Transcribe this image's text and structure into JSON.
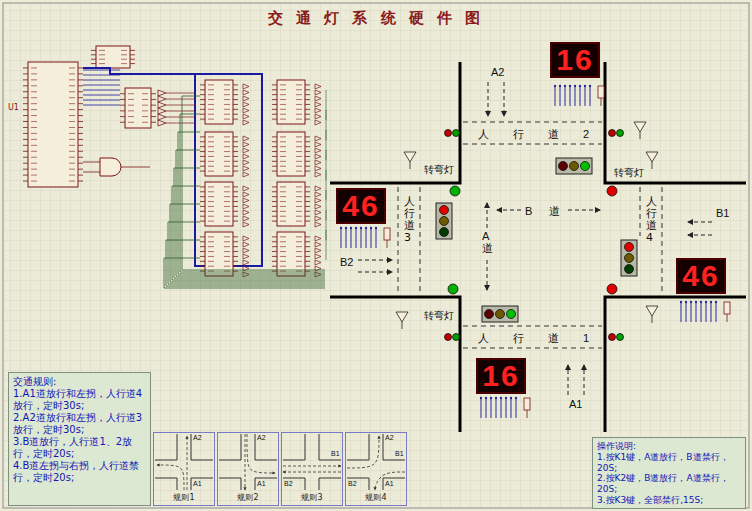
{
  "diagram": {
    "title": "交 通 灯 系 统 硬 件 图",
    "nodes": [
      {
        "text": [
          "16"
        ]
      },
      {
        "text": [
          "46"
        ]
      },
      {
        "text": [
          "46"
        ]
      },
      {
        "text": [
          "16"
        ]
      },
      {
        "text": [
          "交通规则:",
          "1.A1道放行和左拐，人行道4放行，定时30s;",
          "2.A2道放行和左拐，人行道3放行，定时30s;",
          "3.B道放行，人行道1、2放行，定时20s;",
          "4.B道左拐与右拐，人行道禁行，定时20s;"
        ]
      },
      {
        "text": [
          "规则1"
        ]
      },
      {
        "text": [
          "规则2"
        ]
      },
      {
        "text": [
          "规则3"
        ]
      },
      {
        "text": [
          "规则4"
        ]
      },
      {
        "text": [
          "操作说明:",
          "1.按K1键，A道放行，B道禁行，20S;",
          "2.按K2键，B道放行，A道禁行，20S;",
          "3.按K3键，全部禁行,15S;"
        ]
      }
    ],
    "labels": [
      "U1",
      "A2",
      "人行道2",
      "转弯灯",
      "转弯灯",
      "B 道",
      "B1",
      "人行道3",
      "A道",
      "人行道4",
      "B2",
      "转弯灯",
      "人行道1",
      "A1",
      "A2",
      "A1",
      "A2",
      "A1",
      "B2",
      "B1",
      "A2",
      "B2",
      "B1",
      "A1"
    ]
  }
}
